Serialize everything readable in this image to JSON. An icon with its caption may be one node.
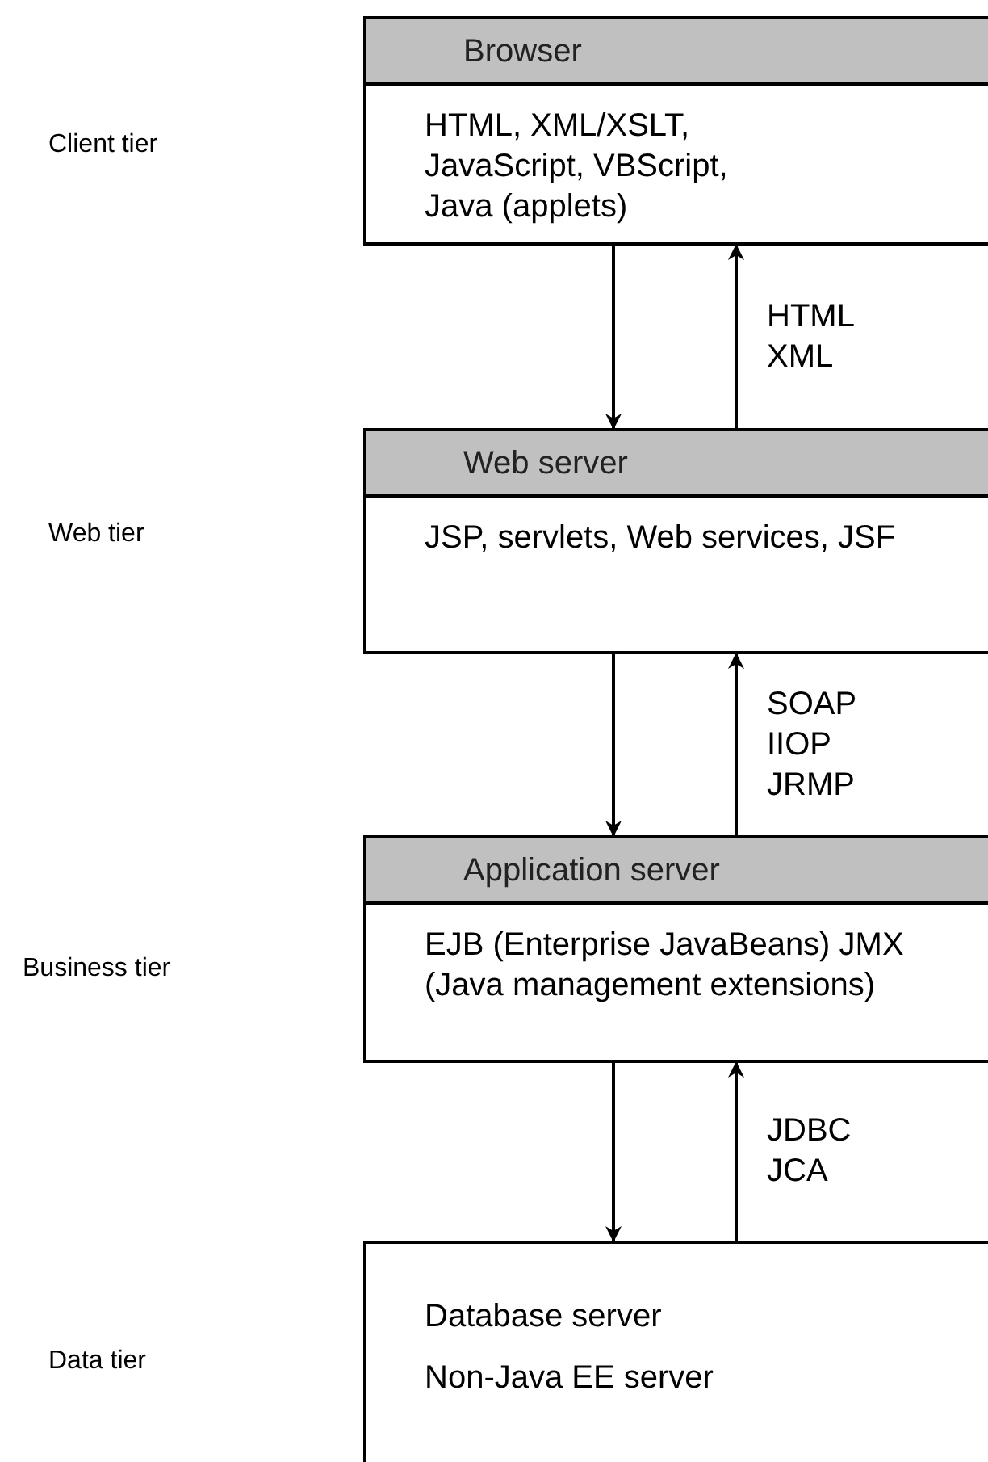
{
  "diagram": {
    "nodes": [
      {
        "text": [
          "Browser",
          "HTML, XML/XSLT, JavaScript, VBScript, Java (applets)"
        ]
      },
      {
        "text": [
          "Web server",
          "JSP, servlets, Web services, JSF"
        ]
      },
      {
        "text": [
          "Application server",
          "EJB (Enterprise JavaBeans) JMX (Java management extensions)"
        ]
      },
      {
        "text": [
          "Database server",
          "Non-Java EE server"
        ]
      }
    ],
    "edges": [
      {
        "from": 0,
        "to": 1,
        "arrow": "to"
      },
      {
        "from": 1,
        "to": 0,
        "arrow": "to",
        "label": "HTML XML"
      },
      {
        "from": 1,
        "to": 2,
        "arrow": "to"
      },
      {
        "from": 2,
        "to": 1,
        "arrow": "to",
        "label": "SOAP IIOP JRMP"
      },
      {
        "from": 2,
        "to": 3,
        "arrow": "to"
      },
      {
        "from": 3,
        "to": 2,
        "arrow": "to",
        "label": "JDBC JCA"
      }
    ],
    "labels": [
      "Client tier",
      "Web tier",
      "Business tier",
      "Data tier"
    ]
  }
}
